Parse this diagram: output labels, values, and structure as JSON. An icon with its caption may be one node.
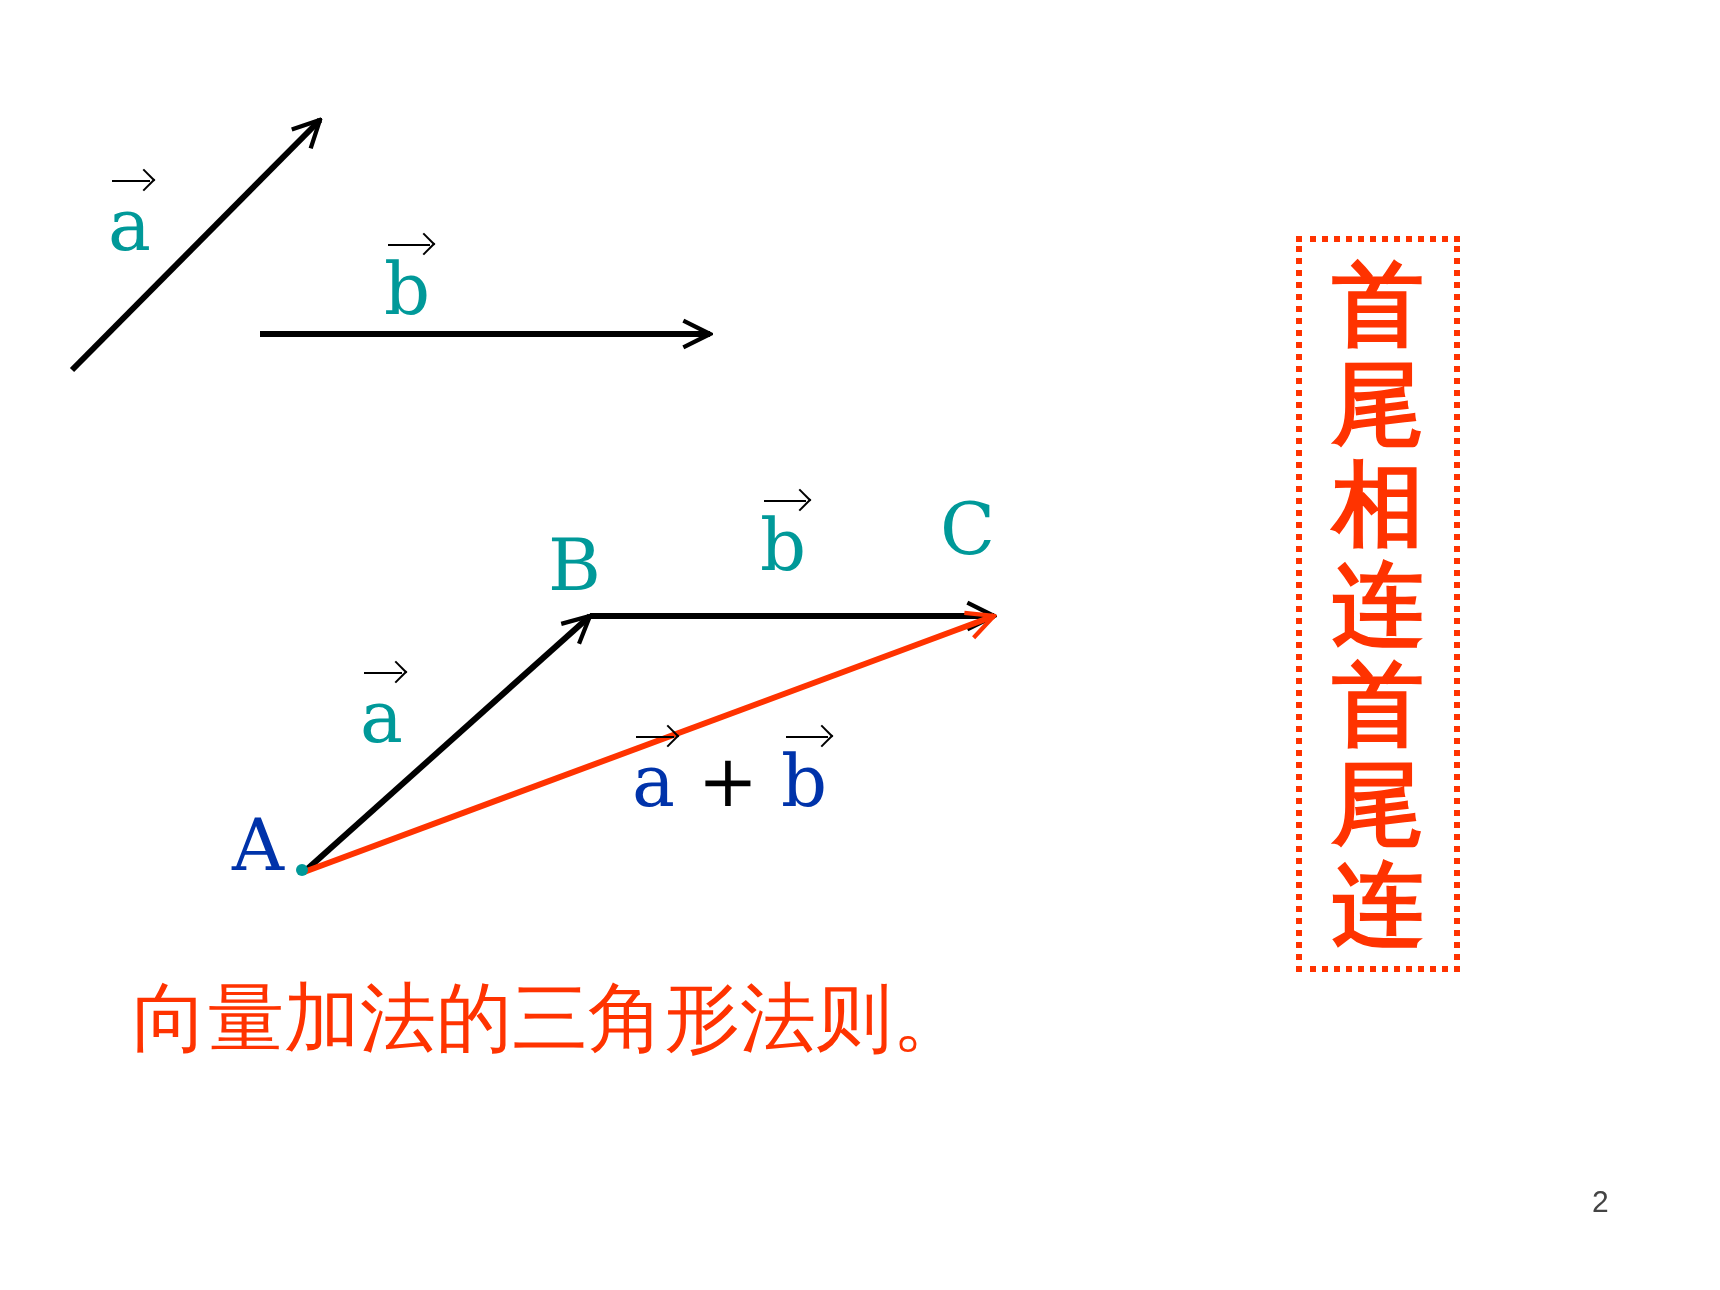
{
  "diagram": {
    "caption": "向量加法的三角形法则。",
    "nodes": [
      {
        "text": [
          "A"
        ]
      },
      {
        "text": [
          "B"
        ]
      },
      {
        "text": [
          "C"
        ]
      },
      {
        "text": [
          "首尾相连首尾连"
        ]
      }
    ],
    "edges": [
      {
        "from": 0,
        "to": 1,
        "arrow": "to",
        "label": "a"
      },
      {
        "from": 1,
        "to": 2,
        "arrow": "to",
        "label": "b"
      },
      {
        "from": 0,
        "to": 2,
        "arrow": "to",
        "label": "a + b",
        "color": "#ff3300"
      }
    ],
    "labels": [
      "a",
      "b",
      "2"
    ]
  }
}
